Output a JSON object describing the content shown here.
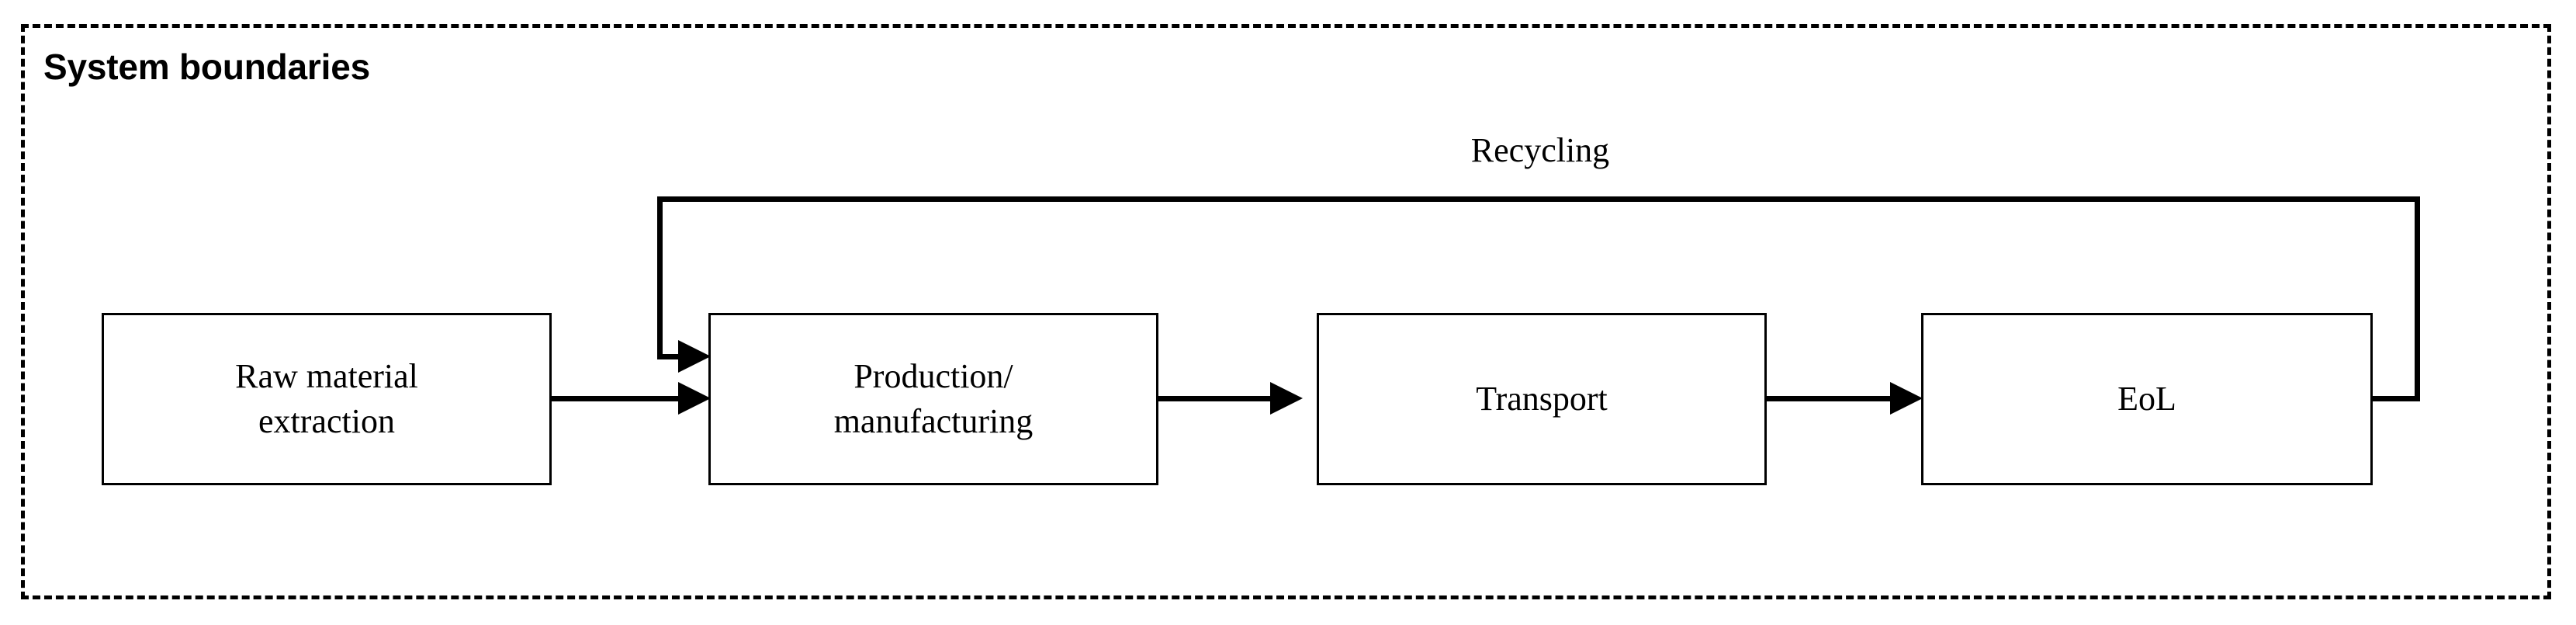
{
  "diagram": {
    "boundary": {
      "label": "System boundaries",
      "style": "dashed",
      "color": "#000000"
    },
    "boxes": [
      {
        "id": "raw-material",
        "label": "Raw material\nextraction"
      },
      {
        "id": "production",
        "label": "Production/\nmanufacturing"
      },
      {
        "id": "transport",
        "label": "Transport"
      },
      {
        "id": "eol",
        "label": "EoL"
      }
    ],
    "connectors": [
      {
        "id": "flow-1",
        "from": "raw-material",
        "to": "production",
        "label": ""
      },
      {
        "id": "flow-2",
        "from": "production",
        "to": "transport",
        "label": ""
      },
      {
        "id": "flow-3",
        "from": "transport",
        "to": "eol",
        "label": ""
      },
      {
        "id": "recycling-loop",
        "from": "eol",
        "to": "production",
        "label": "Recycling"
      }
    ],
    "recycling_label": "Recycling",
    "line_color": "#000000",
    "background_color": "#ffffff"
  }
}
